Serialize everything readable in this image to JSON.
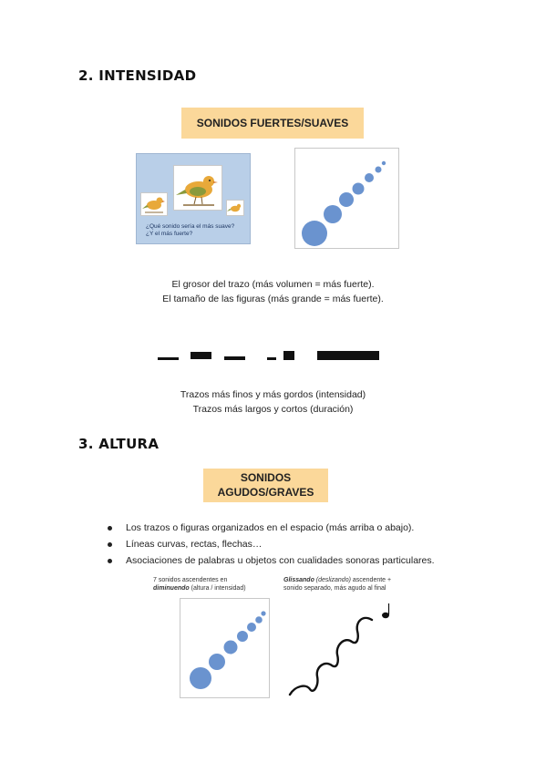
{
  "sections": {
    "intensity": {
      "title": "2. INTENSIDAD",
      "badge": "SONIDOS FUERTES/SUAVES"
    },
    "pitch": {
      "title": "3. ALTURA",
      "badge_line1": "SONIDOS",
      "badge_line2": "AGUDOS/GRAVES"
    }
  },
  "intensity_slide": {
    "question_line1": "¿Qué sonido sería el más suave?",
    "question_line2": "¿Y el más fuerte?"
  },
  "intensity_text": {
    "line1": "El grosor del trazo (más volumen = más fuerte).",
    "line2": "El tamaño de las figuras (más grande = más fuerte)."
  },
  "strokes_text": {
    "line1": "Trazos más finos y más gordos (intensidad)",
    "line2": "Trazos más largos y cortos (duración)"
  },
  "pitch_bullets": [
    "Los trazos o figuras organizados en el espacio (más arriba o abajo).",
    "Líneas curvas, rectas, flechas…",
    "Asociaciones de palabras u objetos con cualidades sonoras particulares."
  ],
  "captions": {
    "left_line1": "7 sonidos ascendentes en",
    "left_italic": "diminuendo",
    "left_rest": " (altura / intensidad)",
    "right_italic": "Glissando",
    "right_paren": " (deslizando)",
    "right_rest": " ascendente +",
    "right_line2": "sonido separado, más agudo al final"
  },
  "colors": {
    "badge": "#fbd89a",
    "dots": "#6a93cf",
    "slide": "#b9cfe8"
  }
}
